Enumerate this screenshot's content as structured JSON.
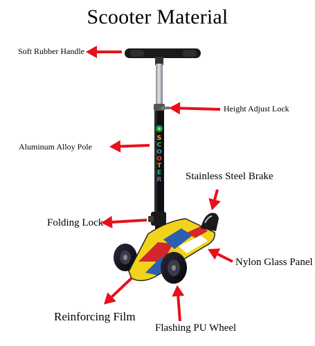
{
  "title": "Scooter Material",
  "labels": {
    "handle": "Soft Rubber Handle",
    "height_lock": "Height Adjust Lock",
    "pole": "Aluminum Alloy Pole",
    "brake": "Stainless Steel Brake",
    "folding_lock": "Folding Lock",
    "panel": "Nylon Glass Panel",
    "film": "Reinforcing Film",
    "wheel": "Flashing PU Wheel"
  },
  "pole_text": "SCOOTER",
  "colors": {
    "arrow": "#e8101a",
    "text": "#000000",
    "handle": "#1a1a1a",
    "pole_silver": "#b8bcc2",
    "pole_black": "#101010",
    "deck_yellow": "#f2d31b",
    "deck_red": "#d2262a",
    "deck_blue": "#2c5fb0",
    "wheel": "#0e0e12"
  }
}
